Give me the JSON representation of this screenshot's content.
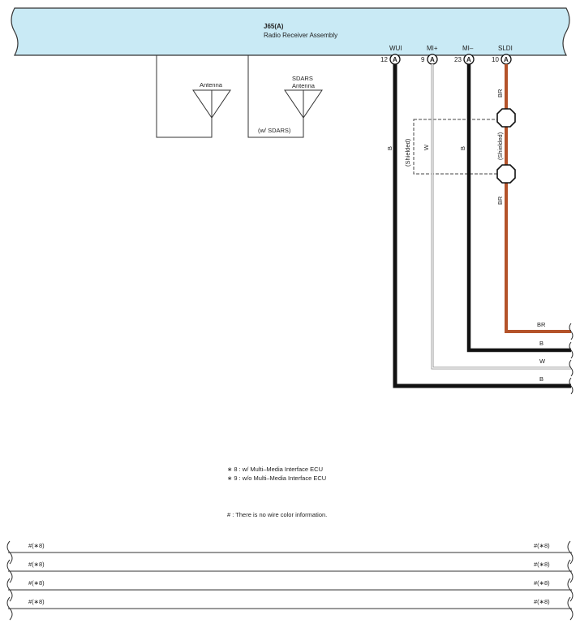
{
  "component": {
    "id": "J65(A)",
    "name": "Radio Receiver Assembly",
    "fill": "#c9eaf5"
  },
  "pins": [
    {
      "label": "WUI",
      "number": "12",
      "connector": "A"
    },
    {
      "label": "MI+",
      "number": "9",
      "connector": "A"
    },
    {
      "label": "MI–",
      "number": "23",
      "connector": "A"
    },
    {
      "label": "SLDI",
      "number": "10",
      "connector": "A"
    }
  ],
  "antennas": [
    {
      "label": "Antenna"
    },
    {
      "label": "SDARS",
      "label2": "Antenna",
      "condition": "(w/ SDARS)"
    }
  ],
  "wires": {
    "wui_color": "B",
    "mi_plus_color": "W",
    "mi_minus_color": "B",
    "sldi_color_top": "BR",
    "sldi_color_bottom": "BR",
    "shield_label_left": "(Shielded)",
    "shield_label_right": "(Shielded)",
    "right_labels": [
      "BR",
      "B",
      "W",
      "B"
    ]
  },
  "colors": {
    "black_wire": "#111111",
    "white_wire": "#9a9a9a",
    "brown_wire": "#b4532a"
  },
  "notes": [
    "∗ 8 : w/ Multi–Media Interface ECU",
    "∗ 9 : w/o Multi–Media Interface ECU"
  ],
  "footnote": "# : There is no wire color information.",
  "bottom_rows": [
    {
      "left": "#(∗8)",
      "right": "#(∗8)"
    },
    {
      "left": "#(∗8)",
      "right": "#(∗8)"
    },
    {
      "left": "#(∗8)",
      "right": "#(∗8)"
    },
    {
      "left": "#(∗8)",
      "right": "#(∗8)"
    }
  ]
}
